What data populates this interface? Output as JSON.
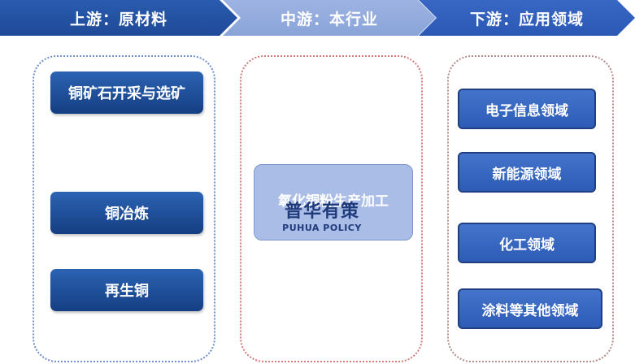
{
  "header": {
    "upstream": "上游：原材料",
    "midstream": "中游：本行业",
    "downstream": "下游：应用领域"
  },
  "upstream": {
    "items": [
      "铜矿石开采与选矿",
      "铜冶炼",
      "再生铜"
    ]
  },
  "midstream": {
    "item": "氧化铜粉生产加工"
  },
  "downstream": {
    "items": [
      "电子信息领域",
      "新能源领域",
      "化工领域",
      "涂料等其他领域"
    ]
  },
  "watermark": {
    "cn": "普华有策",
    "en": "PUHUA POLICY"
  }
}
